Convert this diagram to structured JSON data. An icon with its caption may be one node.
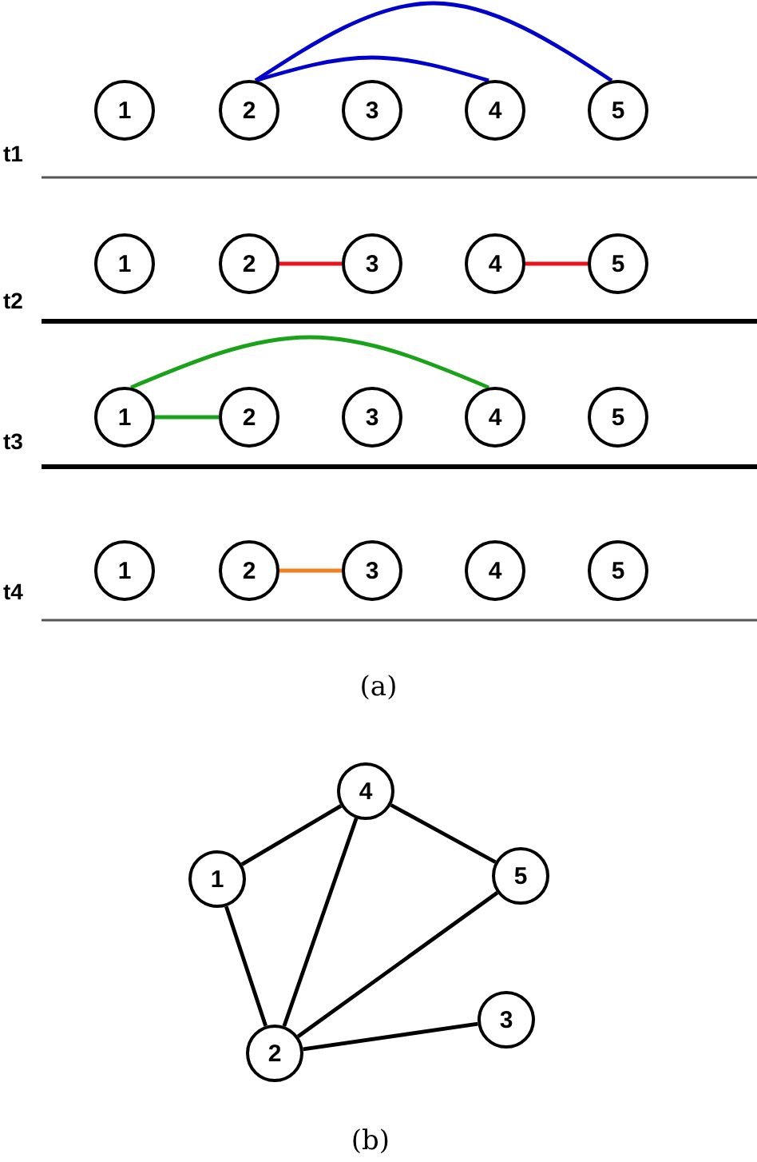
{
  "diagram": {
    "nodes": [
      {
        "text": [
          "1"
        ]
      },
      {
        "text": [
          "2"
        ]
      },
      {
        "text": [
          "3"
        ]
      },
      {
        "text": [
          "4"
        ]
      },
      {
        "text": [
          "5"
        ]
      },
      {
        "text": [
          "1"
        ]
      },
      {
        "text": [
          "2"
        ]
      },
      {
        "text": [
          "3"
        ]
      },
      {
        "text": [
          "4"
        ]
      },
      {
        "text": [
          "5"
        ]
      },
      {
        "text": [
          "1"
        ]
      },
      {
        "text": [
          "2"
        ]
      },
      {
        "text": [
          "3"
        ]
      },
      {
        "text": [
          "4"
        ]
      },
      {
        "text": [
          "5"
        ]
      },
      {
        "text": [
          "1"
        ]
      },
      {
        "text": [
          "2"
        ]
      },
      {
        "text": [
          "3"
        ]
      },
      {
        "text": [
          "4"
        ]
      },
      {
        "text": [
          "5"
        ]
      },
      {
        "text": [
          "4"
        ]
      },
      {
        "text": [
          "1"
        ]
      },
      {
        "text": [
          "5"
        ]
      },
      {
        "text": [
          "3"
        ]
      },
      {
        "text": [
          "2"
        ]
      }
    ],
    "edges": [
      {
        "from": 1,
        "to": 4,
        "arrow": "none",
        "color": "#0000cc"
      },
      {
        "from": 1,
        "to": 3,
        "arrow": "none",
        "color": "#0000cc"
      },
      {
        "from": 6,
        "to": 7,
        "arrow": "none",
        "color": "#e8141c"
      },
      {
        "from": 8,
        "to": 9,
        "arrow": "none",
        "color": "#e8141c"
      },
      {
        "from": 10,
        "to": 13,
        "arrow": "none",
        "color": "#1aa31a"
      },
      {
        "from": 10,
        "to": 11,
        "arrow": "none",
        "color": "#1aa31a"
      },
      {
        "from": 16,
        "to": 17,
        "arrow": "none",
        "color": "#f08020"
      },
      {
        "from": 21,
        "to": 20,
        "arrow": "none"
      },
      {
        "from": 20,
        "to": 22,
        "arrow": "none"
      },
      {
        "from": 21,
        "to": 24,
        "arrow": "none"
      },
      {
        "from": 20,
        "to": 24,
        "arrow": "none"
      },
      {
        "from": 22,
        "to": 24,
        "arrow": "none"
      },
      {
        "from": 24,
        "to": 23,
        "arrow": "none"
      }
    ],
    "labels": [
      "t1",
      "t2",
      "t3",
      "t4",
      "(a)",
      "(b)"
    ]
  }
}
